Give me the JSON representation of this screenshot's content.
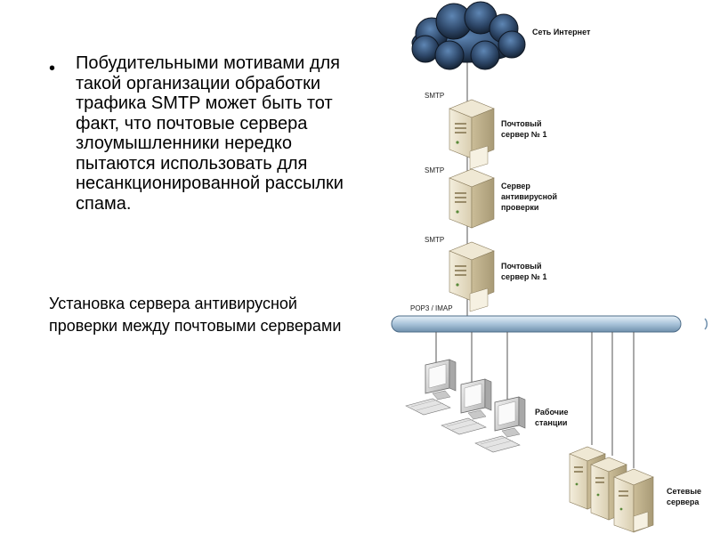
{
  "slide": {
    "bullet_marker": "•",
    "bullet_text": "Побудительными мотивами для такой организации обработки трафика SMTP может быть тот факт, что почтовые сервера злоумышленники нередко пытаются использовать для несанкционированной рассылки спама.",
    "caption": "Установка сервера антивирусной проверки между почтовыми серверами"
  },
  "diagram": {
    "internet_label": "Сеть Интернет",
    "smtp_1": "SMTP",
    "mail_server_1": "Почтовый сервер № 1",
    "smtp_2": "SMTP",
    "antivirus_server": "Сервер антивирусной проверки",
    "smtp_3": "SMTP",
    "mail_server_2": "Почтовый сервер № 1",
    "pop3_imap": "POP3 / IMAP",
    "workstations": "Рабочие станции",
    "network_servers": "Сетевые сервера"
  }
}
